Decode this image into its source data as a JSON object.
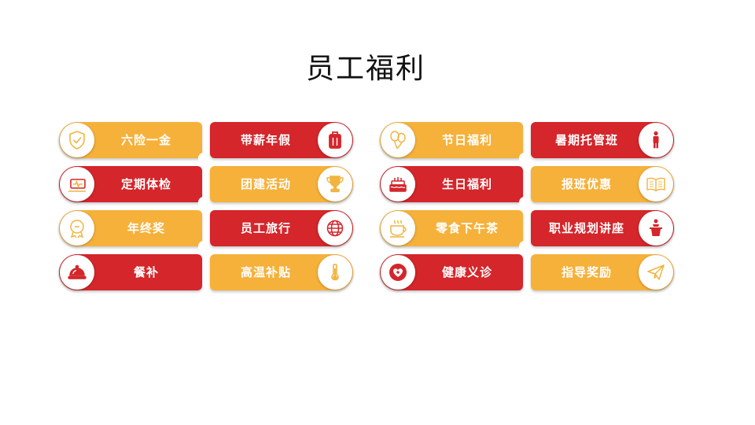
{
  "title": "员工福利",
  "colors": {
    "yellow": "#F6B13B",
    "red": "#D4262B",
    "icon_yellow": "#F1B43F",
    "icon_red": "#D4262B"
  },
  "items": [
    {
      "label": "六险一金",
      "icon": "shield-check-icon"
    },
    {
      "label": "带薪年假",
      "icon": "suitcase-icon"
    },
    {
      "label": "定期体检",
      "icon": "medical-screen-icon"
    },
    {
      "label": "团建活动",
      "icon": "trophy-icon"
    },
    {
      "label": "年终奖",
      "icon": "medal-icon"
    },
    {
      "label": "员工旅行",
      "icon": "globe-icon"
    },
    {
      "label": "餐补",
      "icon": "food-cloche-icon"
    },
    {
      "label": "高温补贴",
      "icon": "thermometer-icon"
    },
    {
      "label": "节日福利",
      "icon": "balloons-icon"
    },
    {
      "label": "暑期托管班",
      "icon": "child-icon"
    },
    {
      "label": "生日福利",
      "icon": "birthday-cake-icon"
    },
    {
      "label": "报班优惠",
      "icon": "open-book-icon"
    },
    {
      "label": "零食下午茶",
      "icon": "coffee-cup-icon"
    },
    {
      "label": "职业规划讲座",
      "icon": "podium-icon"
    },
    {
      "label": "健康义诊",
      "icon": "heart-plus-icon"
    },
    {
      "label": "指导奖励",
      "icon": "paper-plane-icon"
    }
  ]
}
